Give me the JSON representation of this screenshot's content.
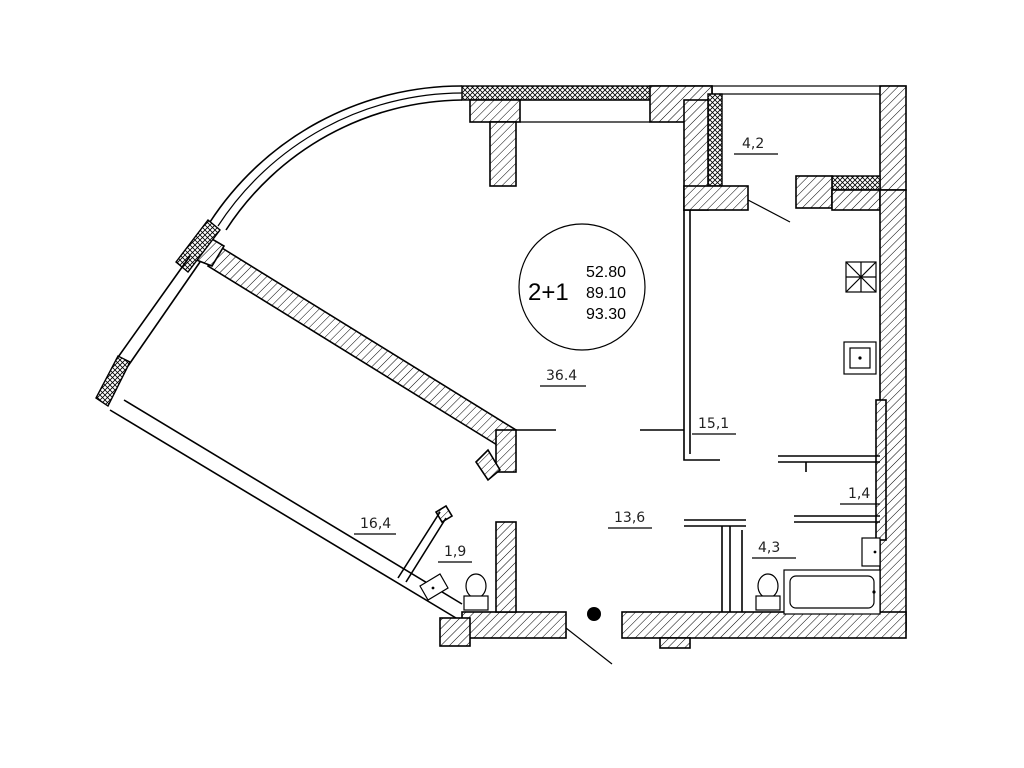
{
  "badge": {
    "apartment_type": "2+1",
    "areas": [
      "52.80",
      "89.10",
      "93.30"
    ]
  },
  "rooms": [
    {
      "id": "living",
      "label": "36.4"
    },
    {
      "id": "bedroom",
      "label": "16,4"
    },
    {
      "id": "kitchen",
      "label": "15,1"
    },
    {
      "id": "hall",
      "label": "13,6"
    },
    {
      "id": "balcony",
      "label": "4,2"
    },
    {
      "id": "bath",
      "label": "4,3"
    },
    {
      "id": "wc-1",
      "label": "1,9"
    },
    {
      "id": "storage",
      "label": "1,4"
    }
  ]
}
